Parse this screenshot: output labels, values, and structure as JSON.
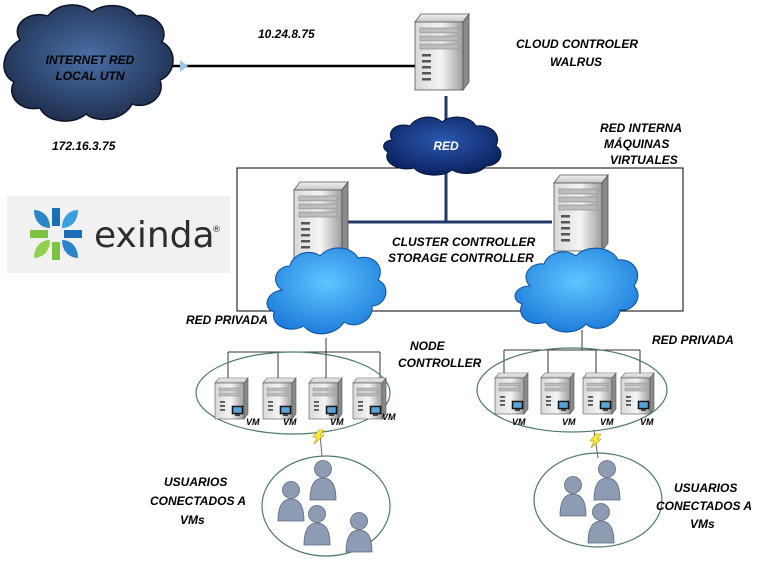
{
  "labels": {
    "internet_cloud": [
      "INTERNET RED",
      "LOCAL UTN"
    ],
    "ip_top": "10.24.8.75",
    "ip_bottom": "172.16.3.75",
    "cloud_controller": [
      "CLOUD CONTROLER",
      "WALRUS"
    ],
    "red_cloud": "RED",
    "red_interna": [
      "RED INTERNA",
      "MÁQUINAS",
      "VIRTUALES"
    ],
    "cluster_controller": [
      "CLUSTER CONTROLLER",
      "STORAGE CONTROLLER"
    ],
    "red_privada_left": "RED PRIVADA",
    "red_privada_right": "RED PRIVADA",
    "node_controller": [
      "NODE",
      "CONTROLLER"
    ],
    "vm": "VM",
    "usuarios_left": [
      "USUARIOS",
      "CONECTADOS A",
      "VMs"
    ],
    "usuarios_right": [
      "USUARIOS",
      "CONECTADOS A",
      "VMs"
    ]
  },
  "logo": {
    "text": "exinda",
    "reg": "®"
  },
  "colors": {
    "dark_cloud": "#2b3e63",
    "red_cloud": "#0e2a6b",
    "blue_cloud": "#1e90ff",
    "line_navy": "#1f3a68",
    "ellipse_stroke": "#4d7a6b",
    "user_fill": "#8d9cb3"
  },
  "icons": [
    "server-icon",
    "cloud-icon",
    "user-icon",
    "lightning-icon",
    "monitor-icon"
  ]
}
